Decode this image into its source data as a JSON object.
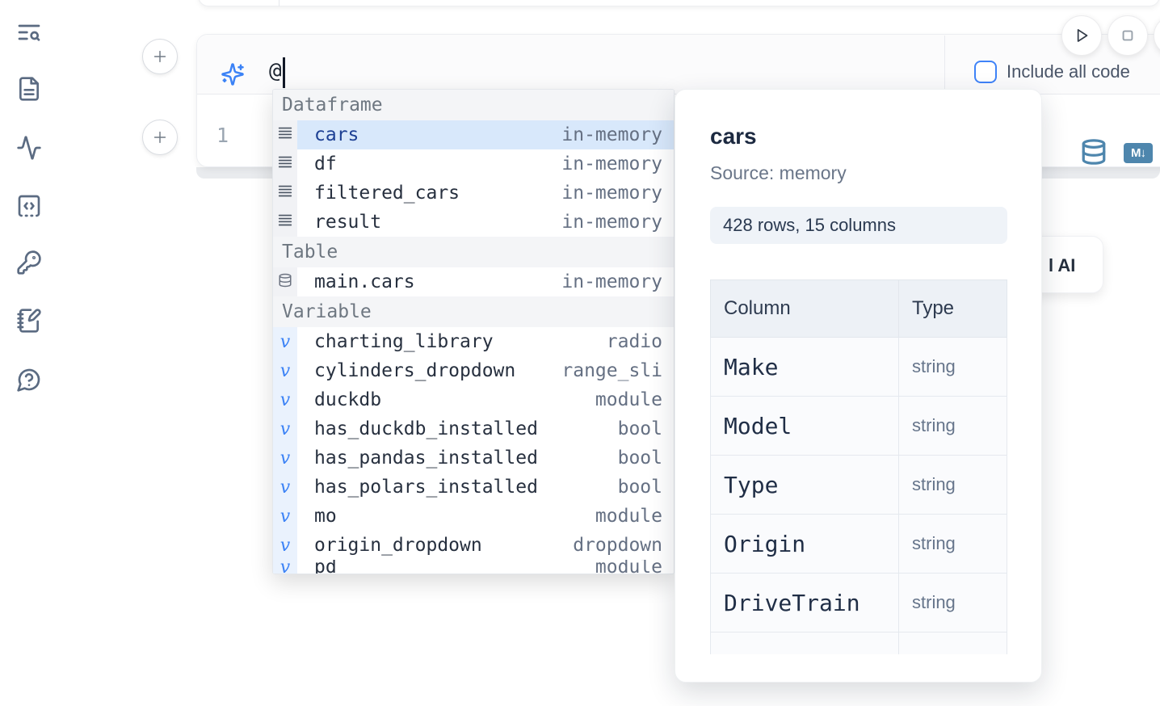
{
  "sidebar": {
    "icons": [
      "notebook-search",
      "file-document",
      "activity-tracer",
      "code-snippets",
      "secrets-key",
      "scratchpad-notebook",
      "help-chat"
    ]
  },
  "prompt": {
    "value": "@",
    "include_all_code_label": "Include all code",
    "checkbox_checked": false
  },
  "controls": {
    "run": "play-icon",
    "stop": "stop-icon"
  },
  "editor": {
    "line_number": "1",
    "markdown_badge": "M↓"
  },
  "ai_button": {
    "visible_fragment": "l AI"
  },
  "autocomplete": {
    "sections": [
      {
        "title": "Dataframe",
        "icon": "dataframe",
        "items": [
          {
            "name": "cars",
            "type": "in-memory",
            "selected": true
          },
          {
            "name": "df",
            "type": "in-memory"
          },
          {
            "name": "filtered_cars",
            "type": "in-memory"
          },
          {
            "name": "result",
            "type": "in-memory"
          }
        ]
      },
      {
        "title": "Table",
        "icon": "table",
        "items": [
          {
            "name": "main.cars",
            "type": "in-memory"
          }
        ]
      },
      {
        "title": "Variable",
        "icon": "variable",
        "items": [
          {
            "name": "charting_library",
            "type": "radio"
          },
          {
            "name": "cylinders_dropdown",
            "type": "range_sli"
          },
          {
            "name": "duckdb",
            "type": "module"
          },
          {
            "name": "has_duckdb_installed",
            "type": "bool"
          },
          {
            "name": "has_pandas_installed",
            "type": "bool"
          },
          {
            "name": "has_polars_installed",
            "type": "bool"
          },
          {
            "name": "mo",
            "type": "module"
          },
          {
            "name": "origin_dropdown",
            "type": "dropdown"
          },
          {
            "name": "pd",
            "type": "module",
            "clipped": true
          }
        ]
      }
    ]
  },
  "popup": {
    "title": "cars",
    "source": "Source: memory",
    "summary": "428 rows, 15 columns",
    "table": {
      "headers": [
        "Column",
        "Type"
      ],
      "rows": [
        [
          "Make",
          "string"
        ],
        [
          "Model",
          "string"
        ],
        [
          "Type",
          "string"
        ],
        [
          "Origin",
          "string"
        ],
        [
          "DriveTrain",
          "string"
        ]
      ],
      "partial_row": true
    }
  },
  "colors": {
    "accent_blue": "#3b82f6",
    "steel_blue": "#4e86ad",
    "selected_row_bg": "#d8e8fb",
    "sidebar_icon": "#5b6b82"
  }
}
